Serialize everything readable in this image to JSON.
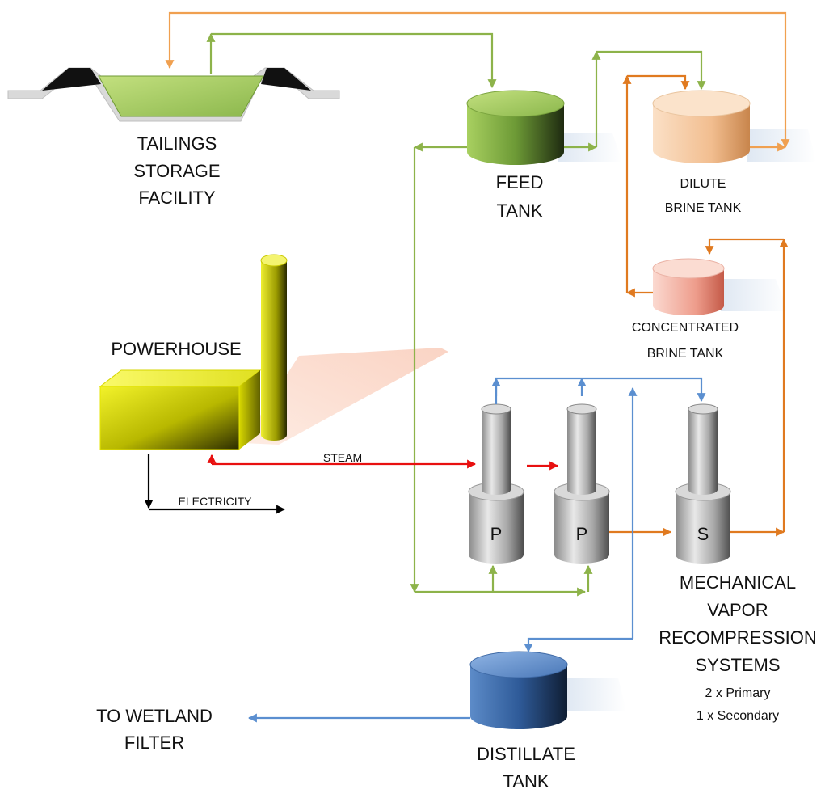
{
  "labels": {
    "tailings": [
      "TAILINGS",
      "STORAGE",
      "FACILITY"
    ],
    "feed_tank": [
      "FEED",
      "TANK"
    ],
    "dilute_brine": [
      "DILUTE",
      "BRINE TANK"
    ],
    "concentrated_brine": [
      "CONCENTRATED",
      "BRINE TANK"
    ],
    "powerhouse": "POWERHOUSE",
    "steam": "STEAM",
    "electricity": "ELECTRICITY",
    "mvr": [
      "MECHANICAL",
      "VAPOR",
      "RECOMPRESSION",
      "SYSTEMS"
    ],
    "mvr_detail": [
      "2 x Primary",
      "1 x Secondary"
    ],
    "wetland": [
      "TO WETLAND",
      "FILTER"
    ],
    "distillate": [
      "DISTILLATE",
      "TANK"
    ]
  },
  "units": {
    "primary_1": "P",
    "primary_2": "P",
    "secondary": "S"
  },
  "colors": {
    "green_line": "#8db34a",
    "orange_line_light": "#f0a050",
    "orange_line": "#e07a20",
    "blue_line": "#5b8fd0",
    "steam_line": "#e81010",
    "electricity_line": "#000000"
  }
}
